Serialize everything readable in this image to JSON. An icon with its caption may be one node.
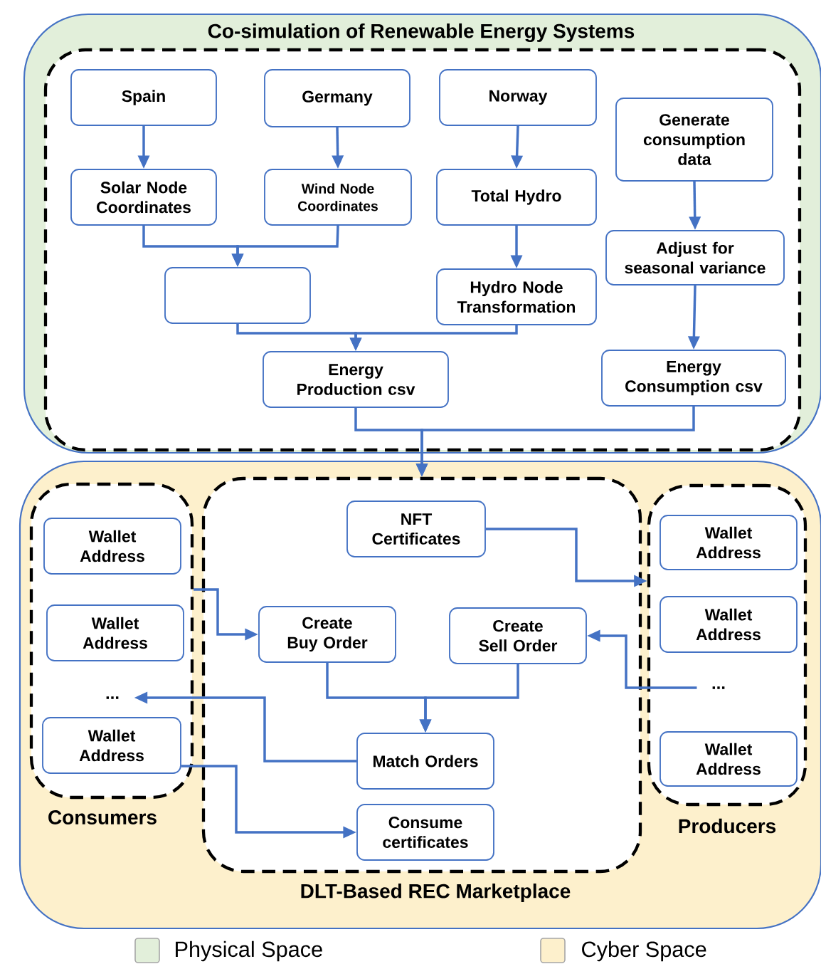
{
  "diagram": {
    "nodes": [
      {
        "text": [
          "Co-simulation of Renewable Energy Systems"
        ]
      },
      {
        "text": [],
        "shape": "box",
        "in": 0
      },
      {
        "text": [
          "Spain"
        ],
        "in": 1
      },
      {
        "text": [
          "Germany"
        ],
        "in": 1
      },
      {
        "text": [
          "Norway"
        ],
        "in": 1
      },
      {
        "text": [
          "Generate consumption data"
        ],
        "in": 1
      },
      {
        "text": [
          "Solar Node Coordinates"
        ],
        "in": 1
      },
      {
        "text": [
          "Wind Node Coordinates"
        ],
        "in": 1
      },
      {
        "text": [
          "Total Hydro"
        ],
        "in": 1
      },
      {
        "text": [
          "Adjust for seasonal variance"
        ],
        "in": 1
      },
      {
        "text": [],
        "shape": "box",
        "in": 1
      },
      {
        "text": [
          "Hydro Node Transformation"
        ],
        "in": 1
      },
      {
        "text": [
          "Energy Production csv"
        ],
        "in": 1
      },
      {
        "text": [
          "Energy Consumption csv"
        ],
        "in": 1
      },
      {
        "text": [],
        "shape": "box"
      },
      {
        "text": [
          "Consumers"
        ],
        "in": 14
      },
      {
        "text": [
          "Wallet Address"
        ],
        "in": 15
      },
      {
        "text": [
          "Wallet Address"
        ],
        "in": 15
      },
      {
        "text": [
          "..."
        ],
        "in": 15
      },
      {
        "text": [
          "Wallet Address"
        ],
        "in": 15
      },
      {
        "text": [
          "DLT-Based REC Marketplace"
        ],
        "in": 14
      },
      {
        "text": [
          "NFT Certificates"
        ],
        "in": 20
      },
      {
        "text": [
          "Create Buy Order"
        ],
        "in": 20
      },
      {
        "text": [
          "Create Sell Order"
        ],
        "in": 20
      },
      {
        "text": [
          "Match Orders"
        ],
        "in": 20
      },
      {
        "text": [
          "Consume certificates"
        ],
        "in": 20
      },
      {
        "text": [
          "Producers"
        ],
        "in": 14
      },
      {
        "text": [
          "Wallet Address"
        ],
        "in": 26
      },
      {
        "text": [
          "Wallet Address"
        ],
        "in": 26
      },
      {
        "text": [
          "..."
        ],
        "in": 26
      },
      {
        "text": [
          "Wallet Address"
        ],
        "in": 26
      }
    ],
    "edges": [
      {
        "from": 2,
        "to": 6,
        "arrow": "to"
      },
      {
        "from": 3,
        "to": 7,
        "arrow": "to"
      },
      {
        "from": 6,
        "to": 10,
        "arrow": "to"
      },
      {
        "from": 7,
        "to": 10,
        "arrow": "to"
      },
      {
        "from": 4,
        "to": 8,
        "arrow": "to"
      },
      {
        "from": 8,
        "to": 11,
        "arrow": "to"
      },
      {
        "from": 10,
        "to": 12,
        "arrow": "to"
      },
      {
        "from": 11,
        "to": 12,
        "arrow": "to"
      },
      {
        "from": 5,
        "to": 9,
        "arrow": "to"
      },
      {
        "from": 9,
        "to": 13,
        "arrow": "to"
      },
      {
        "from": 12,
        "to": 20,
        "arrow": "to"
      },
      {
        "from": 13,
        "to": 20,
        "arrow": "to"
      },
      {
        "from": 15,
        "to": 22,
        "arrow": "to"
      },
      {
        "from": 21,
        "to": 26,
        "arrow": "to"
      },
      {
        "from": 29,
        "to": 23,
        "arrow": "to"
      },
      {
        "from": 22,
        "to": 24,
        "arrow": "to"
      },
      {
        "from": 23,
        "to": 24,
        "arrow": "to"
      },
      {
        "from": 24,
        "to": 18,
        "arrow": "to"
      },
      {
        "from": 19,
        "to": 25,
        "arrow": "to"
      }
    ],
    "legend": [
      {
        "text": "Physical Space",
        "color": "#e2efda"
      },
      {
        "text": "Cyber Space",
        "color": "#fdf0cc"
      }
    ]
  }
}
